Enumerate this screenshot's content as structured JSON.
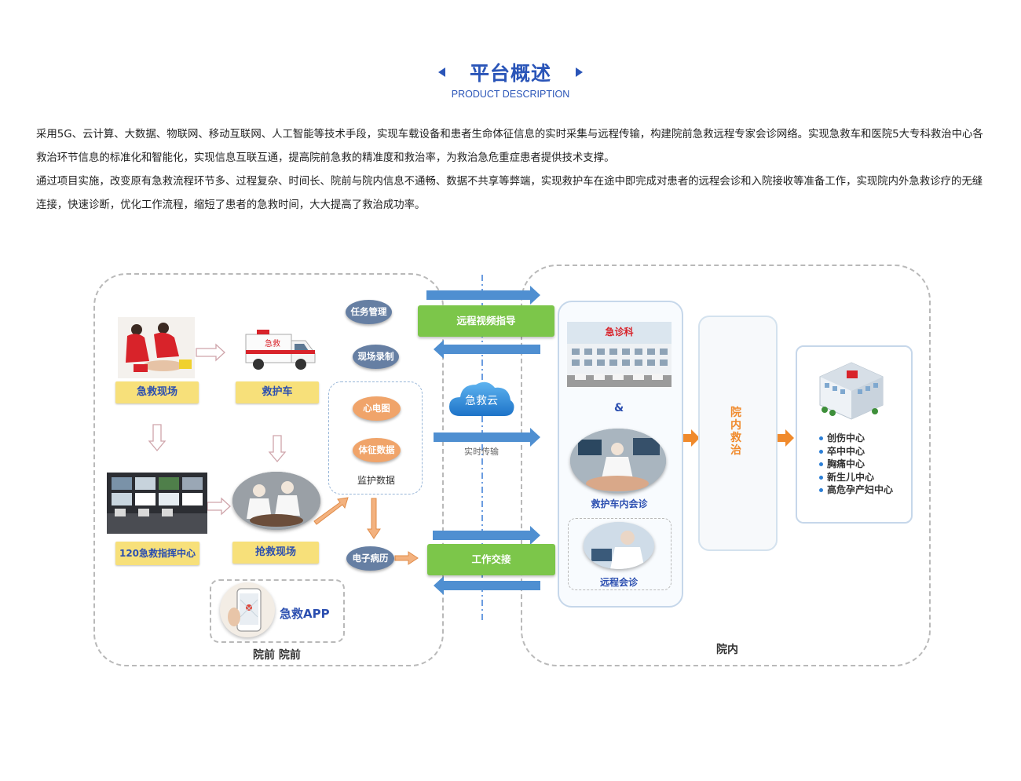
{
  "header": {
    "title": "平台概述",
    "subtitle": "PRODUCT DESCRIPTION"
  },
  "description": {
    "paragraphs": [
      "采用5G、云计算、大数据、物联网、移动互联网、人工智能等技术手段，实现车载设备和患者生命体征信息的实时采集与远程传输，构建院前急救远程专家会诊网络。实现急救车和医院5大专科救治中心各救治环节信息的标准化和智能化，实现信息互联互通，提高院前急救的精准度和救治率，为救治急危重症患者提供技术支撑。",
      "通过项目实施，改变原有急救流程环节多、过程复杂、时间长、院前与院内信息不通畅、数据不共享等弊端，实现救护车在途中即完成对患者的远程会诊和入院接收等准备工作，实现院内外急救诊疗的无缝连接，快速诊断，优化工作流程，缩短了患者的急救时间，大大提高了救治成功率。"
    ]
  },
  "diagram": {
    "prehospital": {
      "scene_label": "急救现场",
      "ambulance_label": "救护车",
      "command_center_label": "120急救指挥中心",
      "rescue_scene_label": "抢救现场",
      "app_label": "急救APP",
      "zone_label": "院前 院前",
      "ambulance_sign": "急救"
    },
    "middle": {
      "task_mgmt": "任务管理",
      "scene_record": "现场录制",
      "ecg": "心电图",
      "vitals": "体征数据",
      "monitor_data": "监护数据",
      "emr": "电子病历",
      "remote_video": "远程视频指导",
      "cloud": "急救云",
      "realtime": "实时传输",
      "handover": "工作交接"
    },
    "inhospital": {
      "er_sign": "急诊科",
      "amp": "&",
      "vehicle_consult": "救护车内会诊",
      "remote_consult": "远程会诊",
      "inhospital_treatment": "院内救治",
      "centers": [
        "创伤中心",
        "卒中中心",
        "胸痛中心",
        "新生儿中心",
        "高危孕产妇中心"
      ],
      "zone_label": "院内"
    }
  },
  "colors": {
    "accent": "#2a55b8",
    "green": "#7cc64a",
    "yellow": "#f7e07a",
    "orange": "#f08a2c",
    "arrow_blue": "#4f8fd1"
  }
}
